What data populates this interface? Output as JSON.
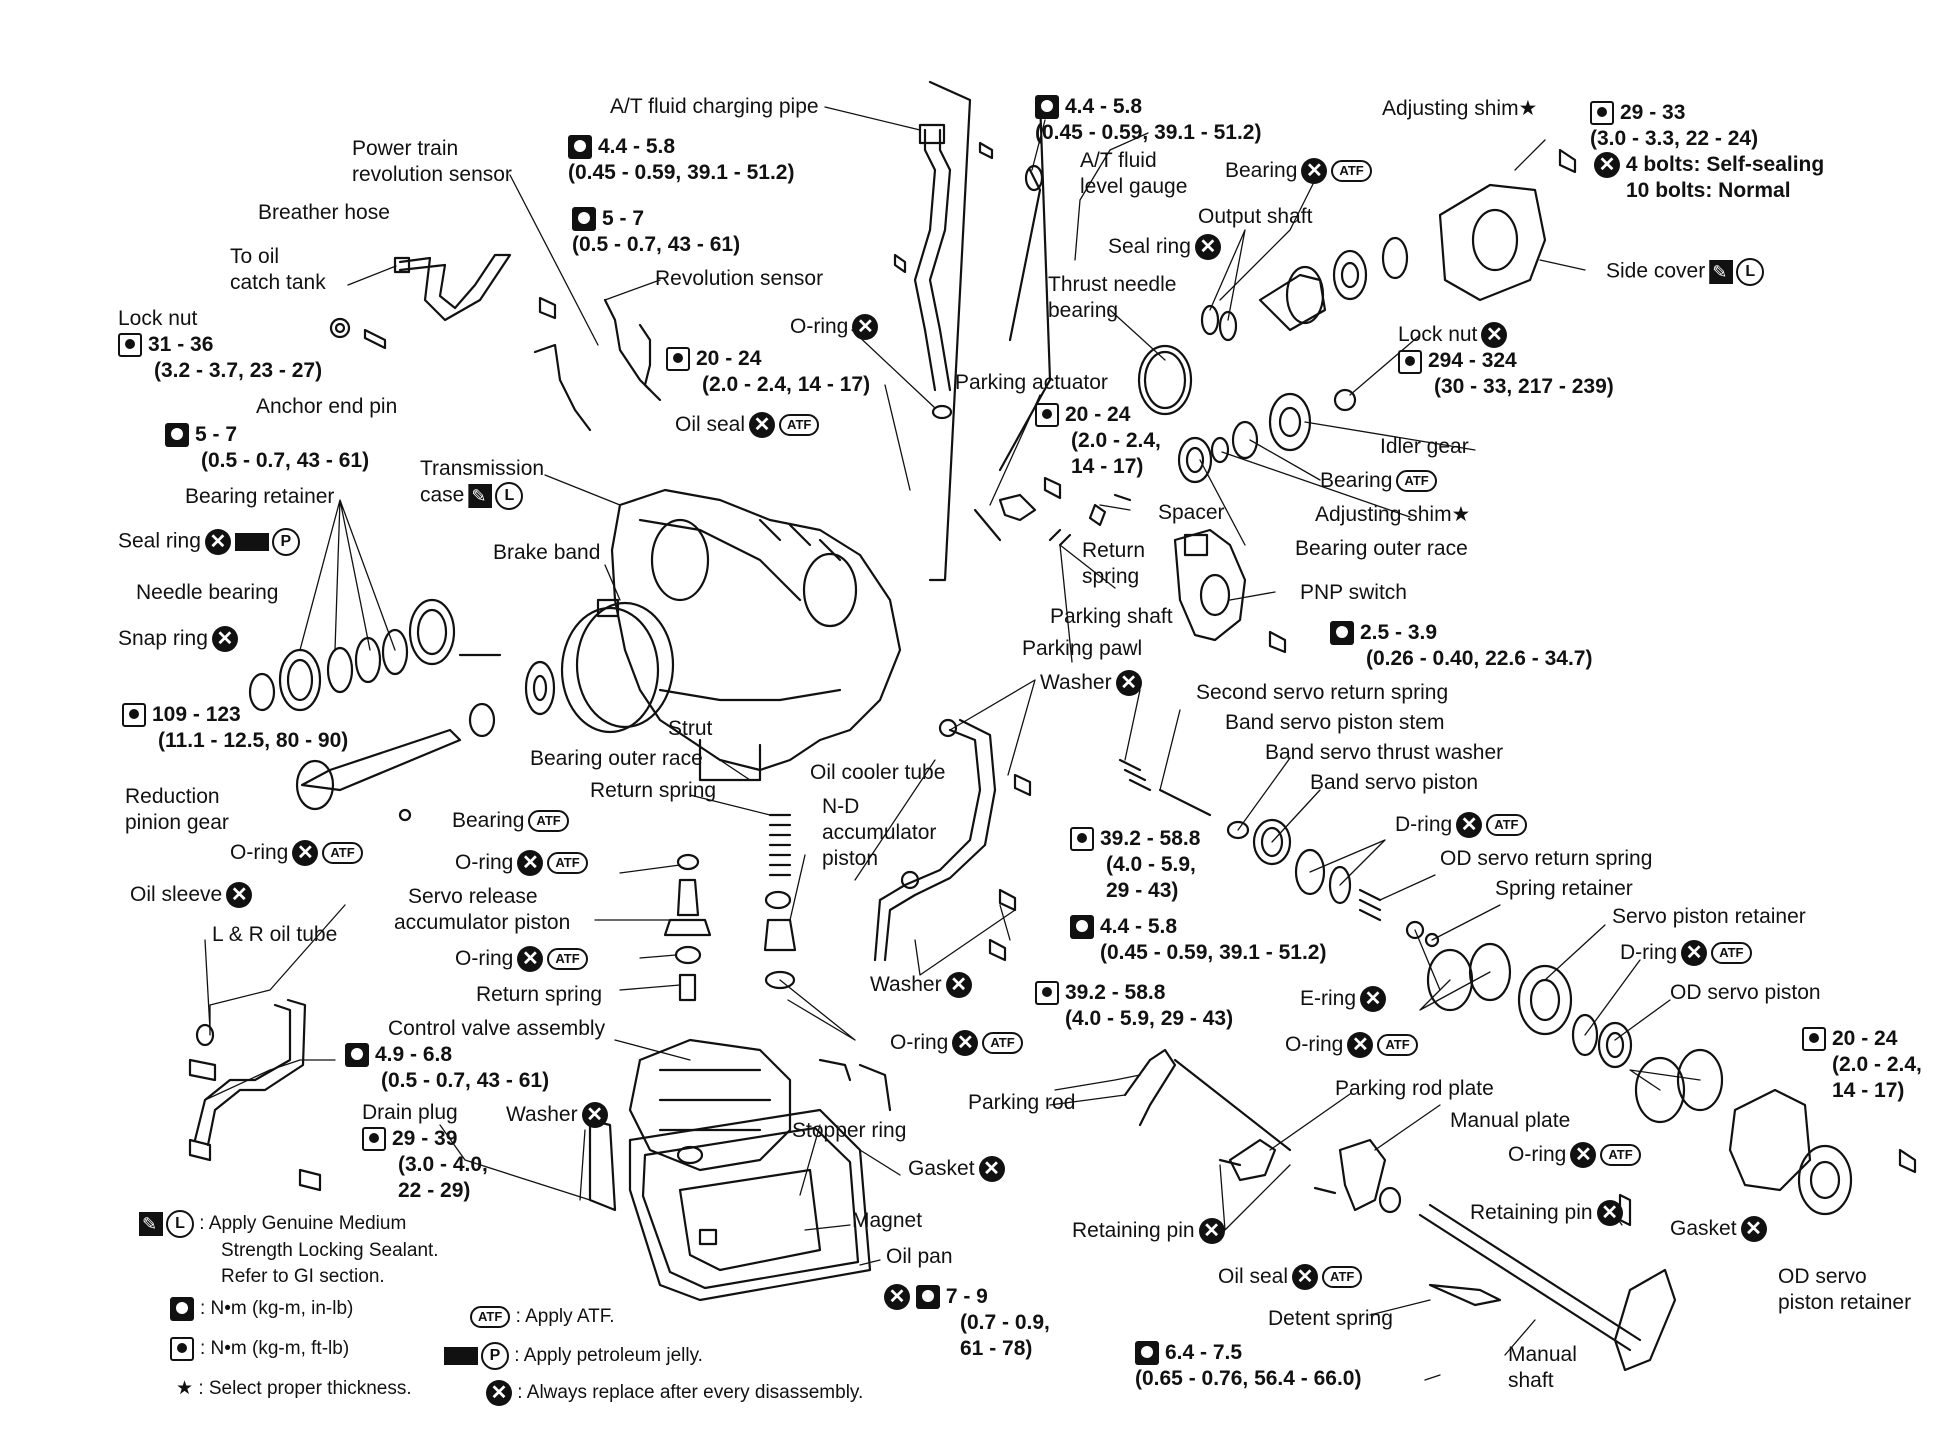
{
  "labels": {
    "at_fluid_pipe": "A/T fluid charging pipe",
    "tq_pipe_bolt": "4.4 - 5.8",
    "tq_pipe_bolt_sub": "(0.45 - 0.59, 39.1 - 51.2)",
    "tq_gauge_bolt": "4.4 - 5.8",
    "tq_gauge_bolt_sub": "(0.45 - 0.59, 39.1 - 51.2)",
    "fluid_gauge": "A/T fluid",
    "fluid_gauge_2": "level gauge",
    "adjusting_shim_top": "Adjusting shim★",
    "tq_side_cover": "29 - 33",
    "tq_side_cover_sub": "(3.0 - 3.3, 22 - 24)",
    "bolts_selfseal": "4 bolts: Self-sealing",
    "bolts_normal": "10 bolts: Normal",
    "power_train_sensor": "Power train",
    "power_train_sensor_2": "revolution sensor",
    "tq_sensor": "5 - 7",
    "tq_sensor_sub": "(0.5 - 0.7, 43 - 61)",
    "bearing_top": "Bearing",
    "output_shaft": "Output shaft",
    "seal_ring_top": "Seal ring",
    "side_cover": "Side cover",
    "breather_hose": "Breather hose",
    "to_oil": "To oil",
    "catch_tank": "catch tank",
    "revolution_sensor": "Revolution sensor",
    "thrust_needle": "Thrust needle",
    "thrust_needle_2": "bearing",
    "oring_top": "O-ring",
    "lock_nut_left": "Lock nut",
    "tq_lock_nut_left": "31 - 36",
    "tq_lock_nut_left_sub": "(3.2 - 3.7, 23 - 27)",
    "tq_rev_sensor": "20 - 24",
    "tq_rev_sensor_sub": "(2.0 - 2.4, 14 - 17)",
    "lock_nut_right": "Lock nut",
    "tq_lock_nut_right": "294 - 324",
    "tq_lock_nut_right_sub": "(30 - 33, 217 - 239)",
    "anchor_end_pin": "Anchor end pin",
    "parking_actuator": "Parking actuator",
    "tq_case_bolt": "5 - 7",
    "tq_case_bolt_sub": "(0.5 - 0.7, 43 - 61)",
    "oil_seal_top": "Oil seal",
    "tq_actuator": "20 - 24",
    "tq_actuator_sub": "(2.0 - 2.4,",
    "tq_actuator_sub2": "14 - 17)",
    "idler_gear": "Idler gear",
    "transmission_case": "Transmission",
    "transmission_case_2": "case",
    "bearing_idler": "Bearing",
    "bearing_retainer": "Bearing retainer",
    "spacer": "Spacer",
    "adjusting_shim_mid": "Adjusting shim★",
    "seal_ring_left": "Seal ring",
    "brake_band": "Brake band",
    "return_spring_top": "Return",
    "return_spring_top_2": "spring",
    "bearing_outer_race_right": "Bearing outer race",
    "needle_bearing": "Needle bearing",
    "pnp_switch": "PNP switch",
    "parking_shaft": "Parking shaft",
    "snap_ring": "Snap ring",
    "tq_pnp": "2.5 - 3.9",
    "tq_pnp_sub": "(0.26 - 0.40, 22.6 - 34.7)",
    "parking_pawl": "Parking pawl",
    "washer_top": "Washer",
    "second_servo_spring": "Second servo return spring",
    "tq_reduction": "109 - 123",
    "tq_reduction_sub": "(11.1 - 12.5, 80 - 90)",
    "strut": "Strut",
    "band_servo_stem": "Band servo piston stem",
    "bearing_outer_race_left": "Bearing outer race",
    "band_servo_washer": "Band servo thrust washer",
    "reduction_pinion": "Reduction",
    "reduction_pinion_2": "pinion gear",
    "oil_cooler_tube": "Oil cooler tube",
    "band_servo_piston": "Band servo piston",
    "return_spring_mid": "Return spring",
    "nd_accumulator": "N-D",
    "nd_accumulator_2": "accumulator",
    "nd_accumulator_3": "piston",
    "bearing_left": "Bearing",
    "tq_cooler_bolt": "39.2 - 58.8",
    "tq_cooler_bolt_sub": "(4.0 - 5.9,",
    "tq_cooler_bolt_sub2": "29 - 43)",
    "dring_top": "D-ring",
    "oring_left": "O-ring",
    "od_servo_spring": "OD servo return spring",
    "oring_servo": "O-ring",
    "spring_retainer": "Spring retainer",
    "oil_sleeve": "Oil sleeve",
    "servo_release": "Servo release",
    "servo_release_2": "accumulator piston",
    "tq_cooler_bolt2": "4.4 - 5.8",
    "tq_cooler_bolt2_sub": "(0.45 - 0.59, 39.1 - 51.2)",
    "servo_piston_retainer": "Servo piston retainer",
    "lr_oil_tube": "L & R oil tube",
    "oring_mid": "O-ring",
    "dring_right": "D-ring",
    "return_spring_low": "Return spring",
    "washer_mid": "Washer",
    "tq_cooler_bolt3": "39.2 - 58.8",
    "tq_cooler_bolt3_sub": "(4.0 - 5.9, 29 - 43)",
    "e_ring": "E-ring",
    "od_servo_piston": "OD servo piston",
    "control_valve": "Control valve assembly",
    "oring_od": "O-ring",
    "tq_tube_bolt": "4.9 - 6.8",
    "tq_tube_bolt_sub": "(0.5 - 0.7, 43 - 61)",
    "oring_valve": "O-ring",
    "tq_od_retainer": "20 - 24",
    "tq_od_retainer_sub": "(2.0 - 2.4,",
    "tq_od_retainer_sub2": "14 - 17)",
    "drain_plug": "Drain plug",
    "tq_drain": "29 - 39",
    "tq_drain_sub": "(3.0 - 4.0,",
    "tq_drain_sub2": "22 - 29)",
    "parking_rod": "Parking rod",
    "parking_rod_plate": "Parking rod plate",
    "washer_low": "Washer",
    "stopper_ring": "Stopper ring",
    "manual_plate": "Manual plate",
    "oring_retainer": "O-ring",
    "gasket_pan": "Gasket",
    "magnet": "Magnet",
    "retaining_pin_right": "Retaining pin",
    "gasket_od": "Gasket",
    "retaining_pin_left": "Retaining pin",
    "oil_pan": "Oil pan",
    "oil_seal_low": "Oil seal",
    "od_servo_retainer": "OD servo",
    "od_servo_retainer_2": "piston retainer",
    "tq_pan": "7 - 9",
    "tq_pan_sub": "(0.7 - 0.9,",
    "tq_pan_sub2": "61 - 78)",
    "detent_spring": "Detent spring",
    "manual_shaft": "Manual",
    "manual_shaft_2": "shaft",
    "tq_detent": "6.4 - 7.5",
    "tq_detent_sub": "(0.65 - 0.76, 56.4 - 66.0)"
  },
  "legend": {
    "sealant": ": Apply Genuine Medium",
    "sealant_2": "Strength Locking Sealant.",
    "sealant_3": "Refer to GI section.",
    "nm_in": ": N•m (kg-m, in-lb)",
    "nm_ft": ": N•m (kg-m, ft-lb)",
    "atf": ": Apply ATF.",
    "jelly": ": Apply petroleum jelly.",
    "star": "★",
    "star_text": ": Select proper thickness.",
    "replace": ": Always replace after every disassembly."
  },
  "icons": {
    "atf_badge": "ATF",
    "sealant_L": "L",
    "jelly_P": "P",
    "replace_mark": "✕"
  }
}
